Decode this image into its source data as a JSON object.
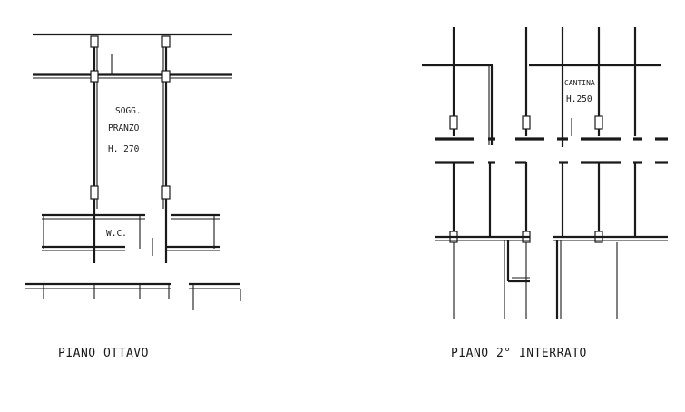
{
  "plans": [
    {
      "caption": "PIANO  OTTAVO",
      "rooms": [
        {
          "lines": [
            "SOGG.",
            "PRANZO",
            "H. 270"
          ]
        },
        {
          "lines": [
            "W.C."
          ]
        }
      ]
    },
    {
      "caption": "PIANO  2° INTERRATO",
      "rooms": [
        {
          "lines": [
            "CANTINA",
            "H.250"
          ]
        }
      ]
    }
  ]
}
